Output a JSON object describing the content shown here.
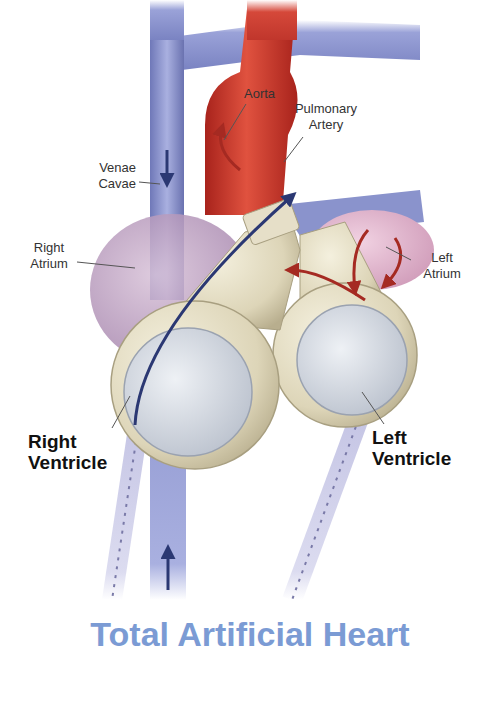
{
  "diagram": {
    "title": "Total Artificial Heart",
    "labels": [
      "Venae Cavae",
      "Aorta",
      "Pulmonary Artery",
      "Right Atrium",
      "Left Atrium",
      "Right Ventricle",
      "Left Ventricle"
    ]
  }
}
